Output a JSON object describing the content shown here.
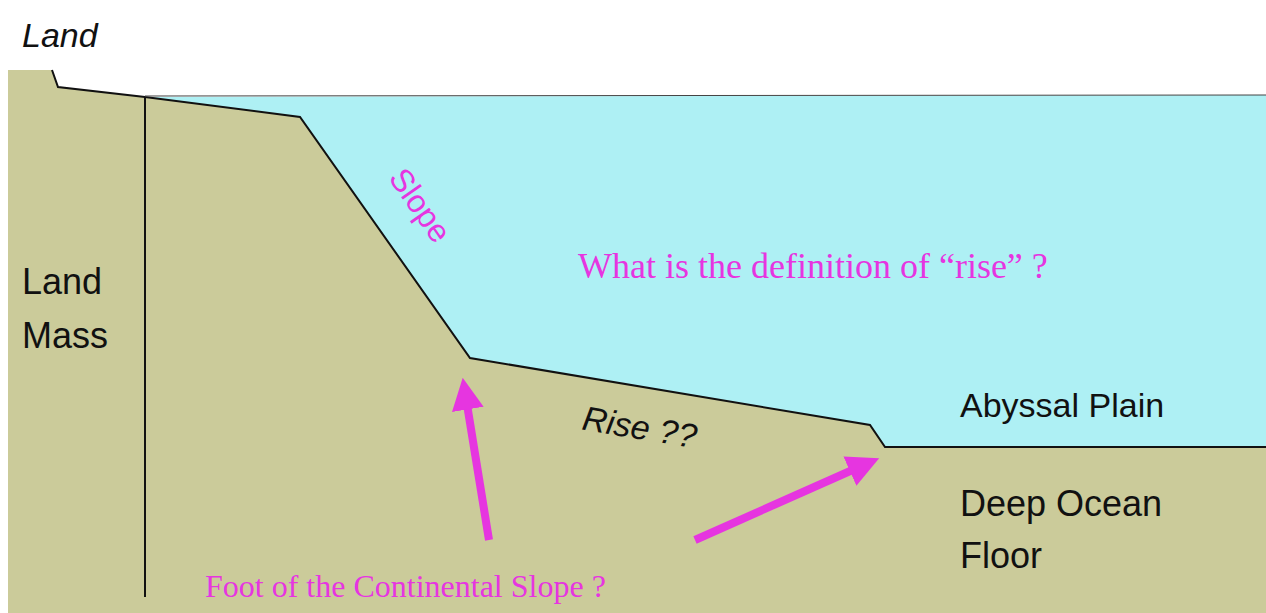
{
  "diagram": {
    "labels": [
      "Land",
      "Land Mass",
      "Slope",
      "What is the definition of “rise” ?",
      "Rise ??",
      "Abyssal Plain",
      "Deep Ocean Floor",
      "Foot of the Continental Slope ?"
    ]
  }
}
